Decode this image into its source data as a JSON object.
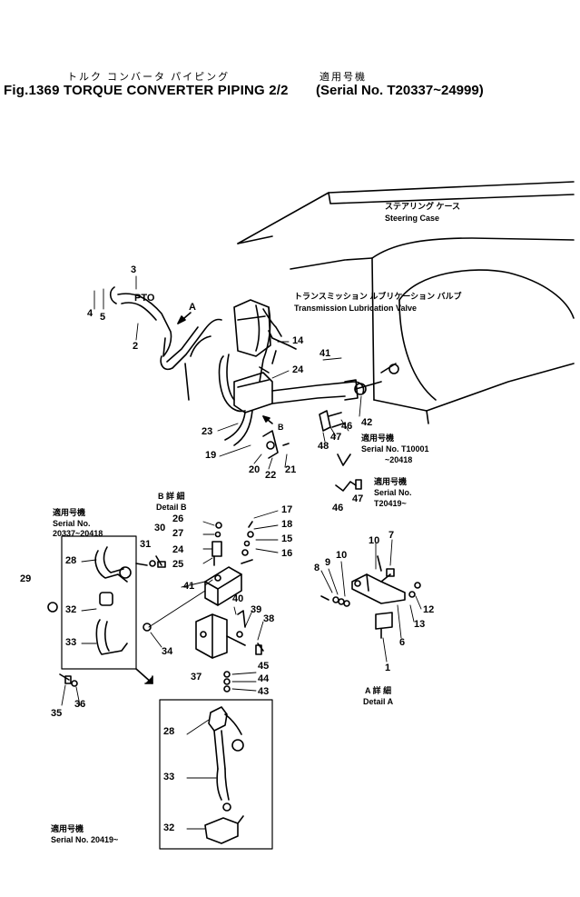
{
  "title": {
    "katakana": "トルク コンバータ パイピング",
    "main": "Fig.1369 TORQUE CONVERTER PIPING 2/2",
    "serial_range_jp": "適用号機",
    "serial_range": "(Serial No. T20337~24999)"
  },
  "labels": {
    "steering_case_jp": "ステアリング ケース",
    "steering_case": "Steering Case",
    "lub_valve_jp": "トランスミッション ルブリケーション バルブ",
    "lub_valve": "Transmission Lubrication Valve",
    "pto": "PTO",
    "arrow_a": "A",
    "arrow_b": "B",
    "serial_t10001_jp": "適用号機",
    "serial_t10001": "Serial No. T10001",
    "serial_t10001_end": "~20418",
    "serial_t20419_jp": "適用号機",
    "serial_t20419_a": "Serial No.",
    "serial_t20419_b": "T20419~",
    "detail_b_jp": "B 詳 細",
    "detail_b": "Detail B",
    "serial_20337_jp": "適用号機",
    "serial_20337_a": "Serial No.",
    "serial_20337_b": "20337~20418",
    "detail_a_jp": "A 詳 細",
    "detail_a": "Detail A",
    "serial_20419_jp": "適用号機",
    "serial_20419": "Serial No. 20419~"
  },
  "part_numbers": {
    "p1": "1",
    "p2": "2",
    "p3": "3",
    "p4": "4",
    "p5": "5",
    "p6": "6",
    "p7": "7",
    "p8": "8",
    "p9": "9",
    "p10a": "10",
    "p10b": "10",
    "p12": "12",
    "p13": "13",
    "p14": "14",
    "p15": "15",
    "p16": "16",
    "p17": "17",
    "p18": "18",
    "p19": "19",
    "p20": "20",
    "p21": "21",
    "p22": "22",
    "p23": "23",
    "p24a": "24",
    "p24b": "24",
    "p25": "25",
    "p26": "26",
    "p27": "27",
    "p28a": "28",
    "p28b": "28",
    "p29": "29",
    "p30": "30",
    "p31": "31",
    "p32a": "32",
    "p32b": "32",
    "p33a": "33",
    "p33b": "33",
    "p34": "34",
    "p35": "35",
    "p36": "36",
    "p37": "37",
    "p38": "38",
    "p39": "39",
    "p40": "40",
    "p41a": "41",
    "p41b": "41",
    "p42": "42",
    "p43": "43",
    "p44": "44",
    "p45": "45",
    "p46a": "46",
    "p46b": "46",
    "p47a": "47",
    "p47b": "47",
    "p48": "48"
  }
}
